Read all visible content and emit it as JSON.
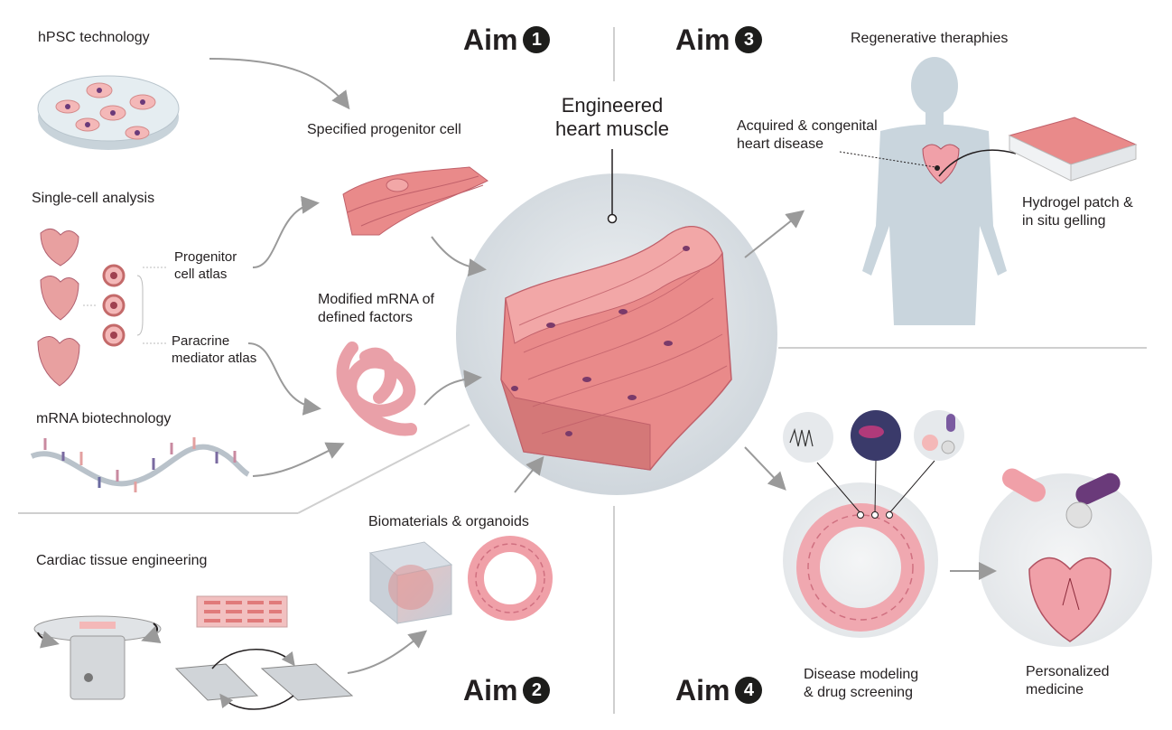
{
  "aims": [
    {
      "word": "Aim",
      "num": "1"
    },
    {
      "word": "Aim",
      "num": "2"
    },
    {
      "word": "Aim",
      "num": "3"
    },
    {
      "word": "Aim",
      "num": "4"
    }
  ],
  "left": {
    "hpsc": "hPSC technology",
    "single_cell": "Single-cell analysis",
    "progenitor_atlas": [
      "Progenitor",
      "cell atlas"
    ],
    "paracrine_atlas": [
      "Paracrine",
      "mediator atlas"
    ],
    "mrna_biotech": "mRNA biotechnology",
    "specified_progenitor": "Specified progenitor cell",
    "modified_mrna": [
      "Modified mRNA of",
      "defined factors"
    ]
  },
  "center": {
    "title": [
      "Engineered",
      "heart muscle"
    ]
  },
  "bottom_left": {
    "cardiac_te": "Cardiac tissue engineering",
    "biomaterials": "Biomaterials & organoids"
  },
  "right_top": {
    "regenerative": "Regenerative theraphies",
    "disease": [
      "Acquired & congenital",
      "heart disease"
    ],
    "hydrogel": [
      "Hydrogel patch &",
      "in situ gelling"
    ]
  },
  "right_bottom": {
    "disease_modeling": [
      "Disease modeling",
      "& drug screening"
    ],
    "personalized": [
      "Personalized",
      "medicine"
    ]
  },
  "colors": {
    "muscle": "#e98a8a",
    "muscle_dark": "#c0606a",
    "nucleus": "#7a3a6a",
    "circle_bg": "#dfe4e8",
    "arrow": "#9a9a9a",
    "divider": "#cfcfcf",
    "body": "#c9d5dd"
  }
}
